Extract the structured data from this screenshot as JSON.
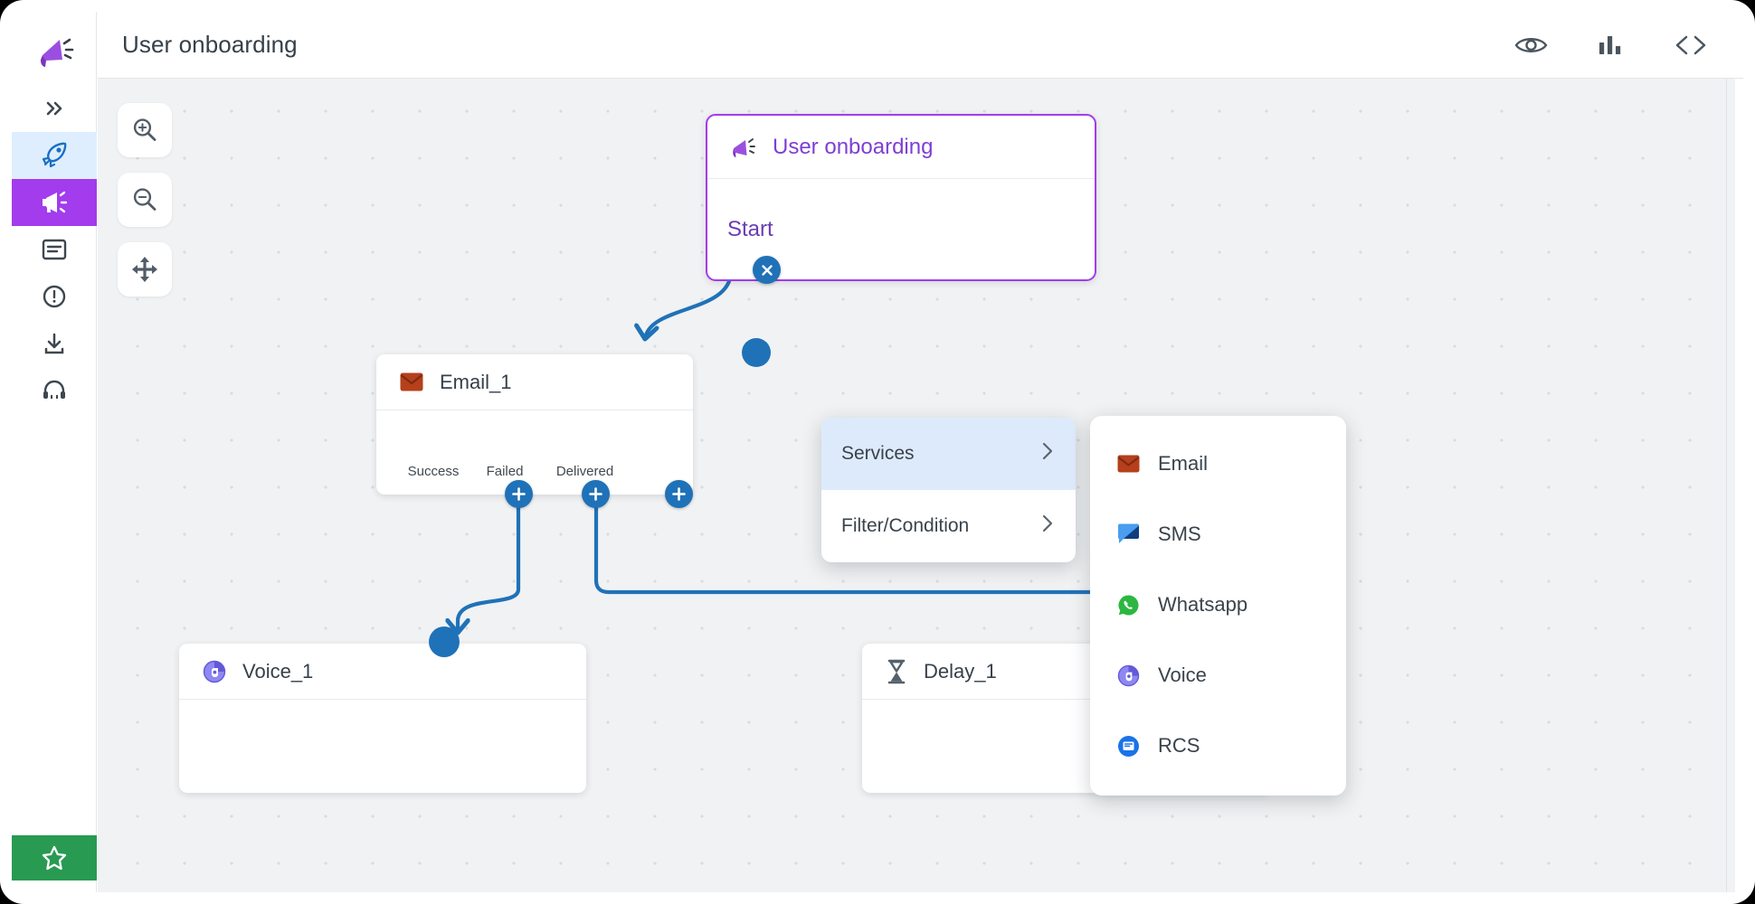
{
  "app": {
    "brand_icon": "megaphone-logo",
    "accent_purple": "#a23cec",
    "accent_blue": "#1f72b8",
    "canvas_bg": "#f1f2f3"
  },
  "sidebar": {
    "items": [
      {
        "icon": "megaphone-logo",
        "name": "brand-logo",
        "state": "logo"
      },
      {
        "icon": "chevron-double-right-icon",
        "name": "collapse-toggle",
        "state": "normal"
      },
      {
        "icon": "rocket-icon",
        "name": "campaigns",
        "state": "active-light"
      },
      {
        "icon": "megaphone-icon",
        "name": "broadcast",
        "state": "active-purple"
      },
      {
        "icon": "document-icon",
        "name": "templates",
        "state": "normal"
      },
      {
        "icon": "alert-circle-icon",
        "name": "alerts",
        "state": "normal"
      },
      {
        "icon": "download-icon",
        "name": "downloads",
        "state": "normal"
      },
      {
        "icon": "headset-icon",
        "name": "support",
        "state": "normal"
      }
    ],
    "footer": {
      "icon": "star-icon",
      "name": "favorites",
      "color": "#289a51"
    }
  },
  "header": {
    "title": "User onboarding",
    "actions": [
      {
        "icon": "eye-icon",
        "name": "preview"
      },
      {
        "icon": "bar-chart-icon",
        "name": "analytics"
      },
      {
        "icon": "code-brackets-icon",
        "name": "code-view"
      }
    ]
  },
  "canvas": {
    "tools": [
      {
        "icon": "zoom-in-icon",
        "name": "zoom-in"
      },
      {
        "icon": "zoom-out-icon",
        "name": "zoom-out"
      },
      {
        "icon": "move-arrows-icon",
        "name": "pan-fit"
      }
    ],
    "nodes": [
      {
        "id": "start",
        "title": "User onboarding",
        "icon": "megaphone-icon",
        "body_label": "Start",
        "selected": true
      },
      {
        "id": "email_1",
        "title": "Email_1",
        "icon": "email-icon",
        "ports": [
          "Success",
          "Failed",
          "Delivered"
        ]
      },
      {
        "id": "voice_1",
        "title": "Voice_1",
        "icon": "voice-icon"
      },
      {
        "id": "delay_1",
        "title": "Delay_1",
        "icon": "hourglass-icon"
      }
    ]
  },
  "context_menu": {
    "items": [
      {
        "label": "Services",
        "chevron": "chevron-right-icon",
        "highlighted": true
      },
      {
        "label": "Filter/Condition",
        "chevron": "chevron-right-icon",
        "highlighted": false
      }
    ]
  },
  "services_submenu": {
    "items": [
      {
        "label": "Email",
        "icon": "email-icon",
        "color": "#b5401b"
      },
      {
        "label": "SMS",
        "icon": "sms-icon",
        "color": "#4a9df0"
      },
      {
        "label": "Whatsapp",
        "icon": "whatsapp-icon",
        "color": "#2bb741"
      },
      {
        "label": "Voice",
        "icon": "voice-icon",
        "color": "#6c63ec"
      },
      {
        "label": "RCS",
        "icon": "rcs-icon",
        "color": "#1a73e8"
      }
    ]
  }
}
